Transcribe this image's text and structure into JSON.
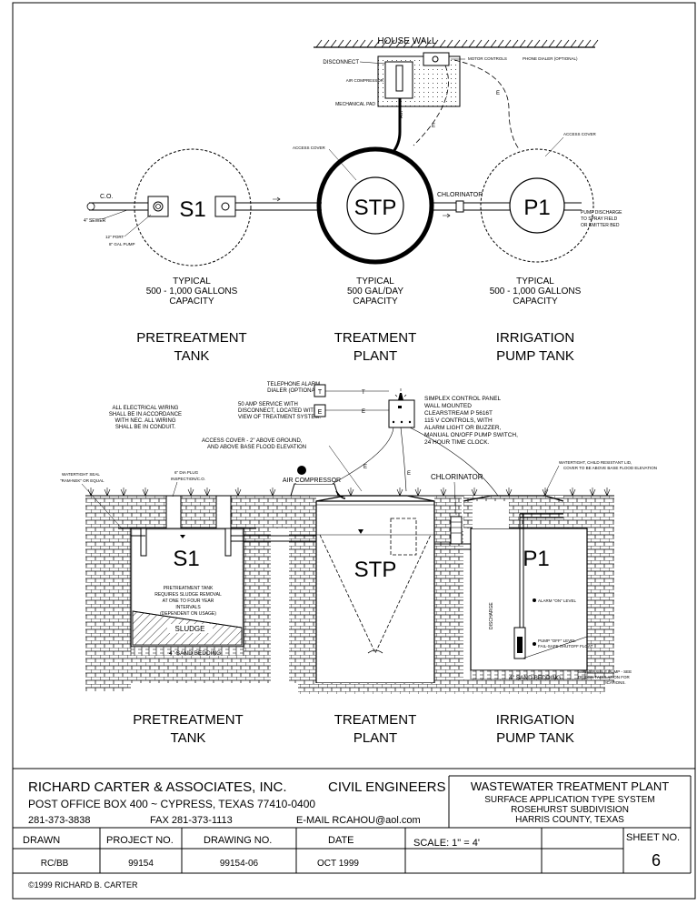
{
  "plan": {
    "house_wall": "HOUSE WALL",
    "disconnect": "DISCONNECT",
    "motor_controls": "MOTOR CONTROLS",
    "phone_dialer": "PHONE DIALER (OPTIONAL)",
    "air_compressor": "AIR COMPRESSOR",
    "mechanical_pad": "MECHANICAL PAD",
    "air": "AIR",
    "e1": "E",
    "e2": "E",
    "access_cover_stp": "ACCESS COVER",
    "access_cover_p1": "ACCESS COVER",
    "co": "C.O.",
    "sewer": "4\" SEWER",
    "port": "12\" PORT",
    "gal_pump": "8\" GAL PUMP",
    "chlorinator": "CHLORINATOR",
    "pump_discharge_1": "PUMP DISCHARGE",
    "pump_discharge_2": "TO SPRAY FIELD",
    "pump_discharge_3": "OR EMITTER BED",
    "s1": "S1",
    "stp": "STP",
    "p1": "P1",
    "cap1_1": "TYPICAL",
    "cap1_2": "500 - 1,000 GALLONS",
    "cap1_3": "CAPACITY",
    "cap2_1": "TYPICAL",
    "cap2_2": "500 GAL/DAY",
    "cap2_3": "CAPACITY",
    "cap3_1": "TYPICAL",
    "cap3_2": "500 - 1,000 GALLONS",
    "cap3_3": "CAPACITY",
    "title1_1": "PRETREATMENT",
    "title1_2": "TANK",
    "title2_1": "TREATMENT",
    "title2_2": "PLANT",
    "title3_1": "IRRIGATION",
    "title3_2": "PUMP TANK"
  },
  "section": {
    "tel_1": "TELEPHONE ALARM",
    "tel_2": "DIALER (OPTIONAL)",
    "svc_1": "50 AMP SERVICE WITH",
    "svc_2": "DISCONNECT, LOCATED WITHIN",
    "svc_3": "VIEW OF TREATMENT SYSTEM.",
    "box_t": "T",
    "box_e": "E",
    "line_t": "T",
    "line_e": "E",
    "elec_1": "ALL ELECTRICAL WIRING",
    "elec_2": "SHALL BE IN ACCORDANCE",
    "elec_3": "WITH NEC. ALL WIRING",
    "elec_4": "SHALL BE IN CONDUIT.",
    "panel_1": "SIMPLEX CONTROL PANEL",
    "panel_2": "WALL MOUNTED",
    "panel_3": "CLEARSTREAM P 5616T",
    "panel_4": "115 V CONTROLS, WITH",
    "panel_5": "ALARM LIGHT OR BUZZER,",
    "panel_6": "MANUAL ON/OFF PUMP SWITCH,",
    "panel_7": "24 HOUR TIME CLOCK.",
    "acc_1": "ACCESS COVER - 2\" ABOVE GROUND,",
    "acc_2": "AND ABOVE BASE FLOOD ELEVATION",
    "air_compressor": "AIR COMPRESSOR",
    "chlorinator": "CHLORINATOR",
    "seal_1": "WATERTIGHT SEAL",
    "seal_2": "\"RAM-NEK\" OR EQUAL",
    "insp_1": "6\" DIA PLUG",
    "insp_2": "INSPECTION/C.O.",
    "lid_1": "WATERTIGHT, CHILD RESISTANT LID,",
    "lid_2": "COVER TO BE ABOVE BASE FLOOD ELEVATION",
    "s1": "S1",
    "stp": "STP",
    "p1": "P1",
    "pre_1": "PRETREATMENT TANK",
    "pre_2": "REQUIRES SLUDGE REMOVAL",
    "pre_3": "AT ONE TO FOUR YEAR",
    "pre_4": "INTERVALS",
    "pre_5": "(DEPENDENT ON USAGE)",
    "sludge": "SLUDGE",
    "sand1": "4\" SAND BEDDING",
    "sand2": "4\" SAND BEDDING",
    "e1": "E",
    "e2": "E",
    "discharge": "DISCHARGE",
    "alarm_on": "ALARM \"ON\" LEVEL",
    "pump_off_1": "PUMP \"OFF\" LEVEL",
    "pump_off_2": "FAIL-SAFE SHUTOFF FLOAT",
    "sub_1": "SUBMERSIBLE PUMP - SEE",
    "sub_2": "DESIGN TABULATION FOR",
    "sub_3": "PUMP SPECIFICATIONS.",
    "title1_1": "PRETREATMENT",
    "title1_2": "TANK",
    "title2_1": "TREATMENT",
    "title2_2": "PLANT",
    "title3_1": "IRRIGATION",
    "title3_2": "PUMP TANK"
  },
  "titleblock": {
    "firm": "RICHARD CARTER & ASSOCIATES, INC.",
    "discipline": "CIVIL ENGINEERS",
    "address": "POST OFFICE BOX 400 ~ CYPRESS, TEXAS 77410-0400",
    "phone": "281-373-3838",
    "fax": "FAX 281-373-1113",
    "email": "E-MAIL RCAHOU@aol.com",
    "project_title": "WASTEWATER TREATMENT PLANT",
    "project_sub1": "SURFACE APPLICATION TYPE SYSTEM",
    "project_sub2": "ROSEHURST SUBDIVISION",
    "project_sub3": "HARRIS COUNTY, TEXAS",
    "drawn_label": "DRAWN",
    "project_no_label": "PROJECT NO.",
    "drawing_no_label": "DRAWING NO.",
    "date_label": "DATE",
    "scale": "SCALE: 1\" = 4'",
    "sheet_no_label": "SHEET NO.",
    "drawn_value": "RC/BB",
    "project_no_value": "99154",
    "drawing_no_value": "99154-06",
    "date_value": "OCT 1999",
    "sheet_no_value": "6",
    "copyright": "©1999 RICHARD B. CARTER"
  }
}
